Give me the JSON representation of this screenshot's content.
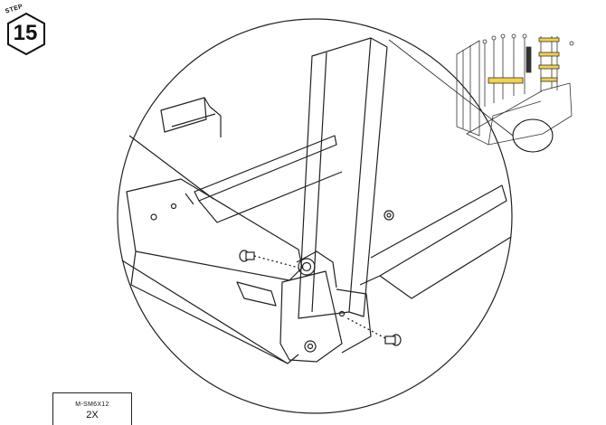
{
  "step": {
    "word": "STEP",
    "number": "15"
  },
  "part": {
    "code": "M-SM6X12",
    "quantity": "2X"
  },
  "colors": {
    "line": "#222222",
    "highlight": "#f2d24b",
    "fill": "#ffffff"
  },
  "icons": {
    "hardware": "bolt-icon"
  }
}
